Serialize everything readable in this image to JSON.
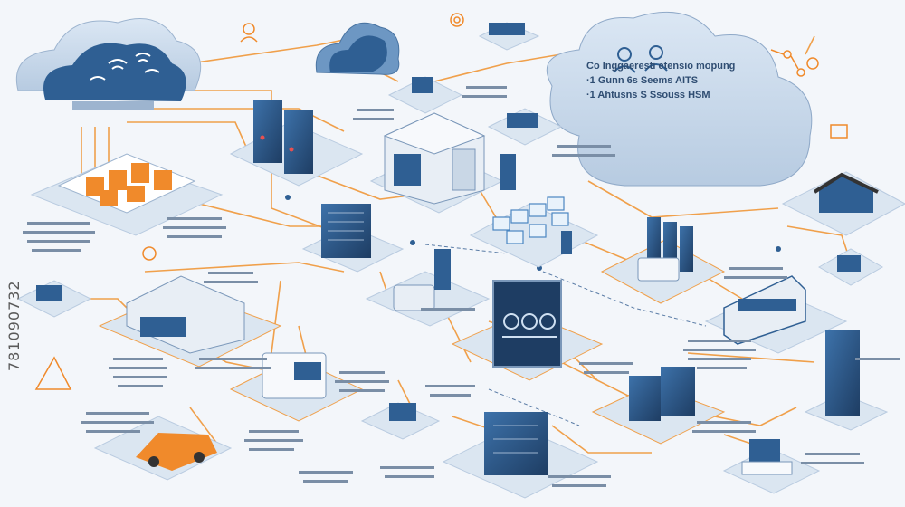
{
  "cloud_main": {
    "lines": [
      "Co Inggaeresti etensio mopung",
      "·1 Gunn 6s Seems AITS",
      "·1 Ahtusns S Ssouss HSM"
    ]
  },
  "watermark": {
    "id": "781090732"
  },
  "colors": {
    "accent": "#f08a2b",
    "device": "#2f5f93",
    "device_dark": "#1f3f66",
    "platform": "#dbe6f1",
    "line": "#f0a04b"
  }
}
